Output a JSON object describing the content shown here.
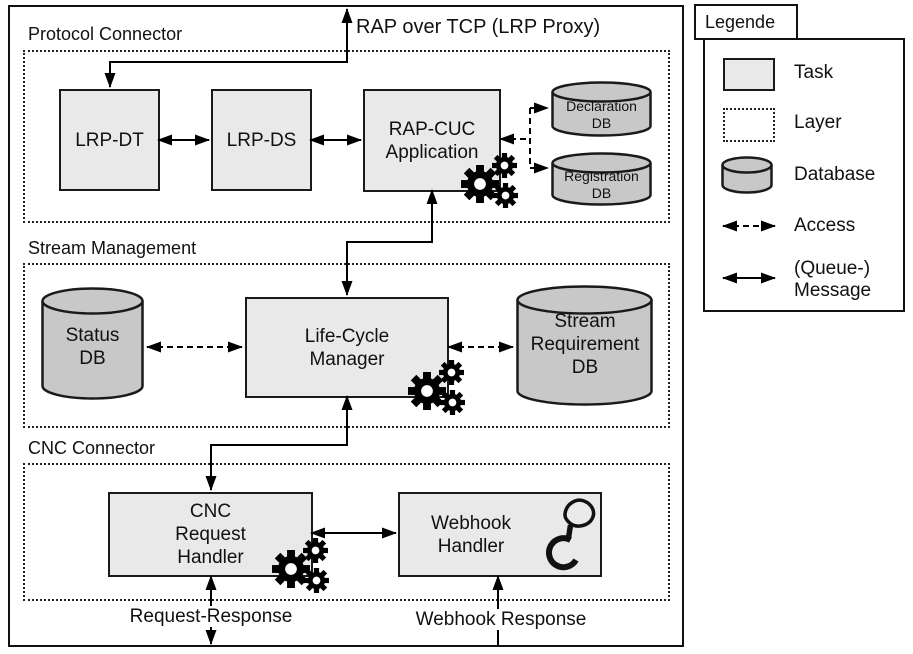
{
  "colors": {
    "background": "#ffffff",
    "task_fill": "#e9e9e9",
    "database_fill": "#c8c8c8",
    "line": "#000000"
  },
  "external_labels": {
    "rap_over_tcp": "RAP over TCP (LRP Proxy)",
    "request_response": "Request-Response",
    "webhook_response": "Webhook Response"
  },
  "layers": {
    "protocol": {
      "title": "Protocol Connector"
    },
    "stream": {
      "title": "Stream Management"
    },
    "cnc": {
      "title": "CNC Connector"
    }
  },
  "tasks": {
    "lrp_dt": {
      "label": "LRP-DT"
    },
    "lrp_ds": {
      "label": "LRP-DS"
    },
    "rap_cuc": {
      "label": "RAP-CUC\nApplication"
    },
    "life_cycle": {
      "label": "Life-Cycle\nManager"
    },
    "cnc_request": {
      "label": "CNC\nRequest\nHandler"
    },
    "webhook": {
      "label": "Webhook\nHandler"
    }
  },
  "databases": {
    "declaration": {
      "label": "Declaration\nDB"
    },
    "registration": {
      "label": "Registration\nDB"
    },
    "status": {
      "label": "Status\nDB"
    },
    "stream_requirement": {
      "label": "Stream\nRequirement\nDB"
    }
  },
  "legend": {
    "title": "Legende",
    "items": [
      {
        "label": "Task",
        "symbol": "task-swatch"
      },
      {
        "label": "Layer",
        "symbol": "layer-swatch"
      },
      {
        "label": "Database",
        "symbol": "database-swatch"
      },
      {
        "label": "Access",
        "symbol": "dashed-double-arrow"
      },
      {
        "label": "(Queue-)\nMessage",
        "symbol": "solid-double-arrow"
      }
    ]
  },
  "icons": {
    "task_gears": "gears-icon",
    "webhook_hook": "hook-icon"
  }
}
